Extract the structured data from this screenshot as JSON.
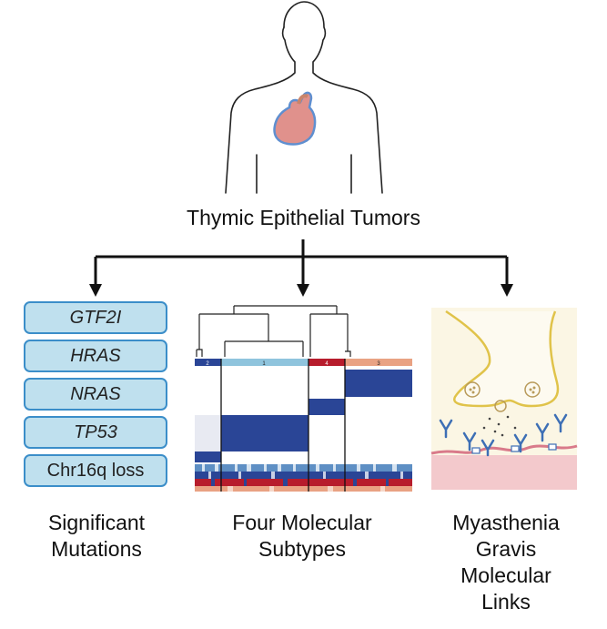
{
  "title": "Thymic Epithelial Tumors",
  "mutations": {
    "genes": [
      "GTF2I",
      "HRAS",
      "NRAS",
      "TP53",
      "Chr16q loss"
    ],
    "caption_lines": [
      "Significant",
      "Mutations"
    ]
  },
  "subtypes": {
    "column_labels": [
      "2",
      "1",
      "4",
      "3"
    ],
    "caption_lines": [
      "Four Molecular",
      "Subtypes"
    ]
  },
  "mg": {
    "caption_lines": [
      "Myasthenia",
      "Gravis",
      "Molecular",
      "Links"
    ]
  },
  "colors": {
    "arrow": "#111111",
    "heart_fill": "#e0918c",
    "heart_outline": "#5f8fd0",
    "box_fill": "#bfe0ee",
    "box_border": "#3b8ec9",
    "heatmap_blue": "#2a4596",
    "heatmap_red": "#b71c2c",
    "heatmap_lightblue": "#8fc4dd",
    "heatmap_salmon": "#e9a283",
    "neuron_outline": "#e0c34a",
    "muscle_pink": "#f3c9cc"
  }
}
